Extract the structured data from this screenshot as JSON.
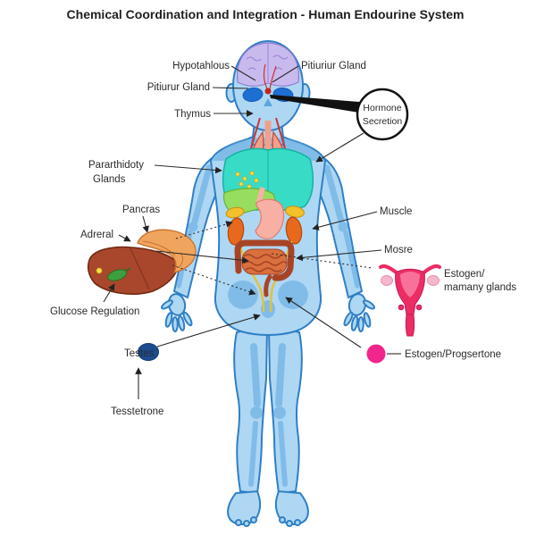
{
  "title": "Chemical Coordination and Integration - Human Endourine System",
  "labels": {
    "hypothalamus": "Hypotahlous",
    "pituitary_right": "Pitiuriur Gland",
    "pituitary_left": "Pitiurur Gland",
    "thymus": "Thymus",
    "hormone_secretion_lines": [
      "Hormone",
      "Secretion"
    ],
    "parathyroid_lines": [
      "Pararthidoty",
      "Glands"
    ],
    "pancreas": "Pancras",
    "adrenal": "Adreral",
    "glucose_regulation": "Glucose Regulation",
    "muscle": "Muscle",
    "mosre": "Mosre",
    "estrogen_mammary_lines": [
      "Estogen/",
      "mamany glands"
    ],
    "estrogen_progesterone": "Estogen/Progsertone",
    "testes": "Testes",
    "testosterone": "Tesstetrone"
  },
  "colors": {
    "title-text": "#1f1f1f",
    "label-text": "#2b2b2b",
    "line": "#2b2b2b",
    "body-fill": "#aed7f4",
    "body-stroke": "#2f7fc5",
    "body-inner": "#5ea6e0",
    "brain-fill": "#c9baee",
    "brain-line": "#9a82d8",
    "eye-blue": "#1e6fd2",
    "red-accent": "#cc3333",
    "thyroid-fill": "#f2a08a",
    "lungs-teal": "#38dcc6",
    "lungs-stroke": "#14b3a1",
    "liver-green": "#97dd60",
    "liver-green-stroke": "#63b335",
    "stomach-pink": "#f8b0a4",
    "stomach-stroke": "#e07b6d",
    "kidney-orange": "#e8681c",
    "kidney-stroke": "#b04a10",
    "adrenal-yellow": "#f2c12b",
    "intestine-fill": "#d9703d",
    "intestine-dark": "#a84426",
    "ureter-yellow": "#e2c23c",
    "ext-liver": "#a8472b",
    "ext-liver-stroke": "#6f2812",
    "gallbladder-green": "#3e9e3e",
    "pancreas-tan": "#f0a55e",
    "pancreas-stroke": "#c9702b",
    "uterus-pink": "#ec2d64",
    "uterus-light": "#f8719b",
    "ovary-pink": "#f7b8ce",
    "hormone-dot-pink": "#f0268c",
    "testes-blue": "#1c4c8f",
    "highlight-yellow": "#f5e04a"
  }
}
